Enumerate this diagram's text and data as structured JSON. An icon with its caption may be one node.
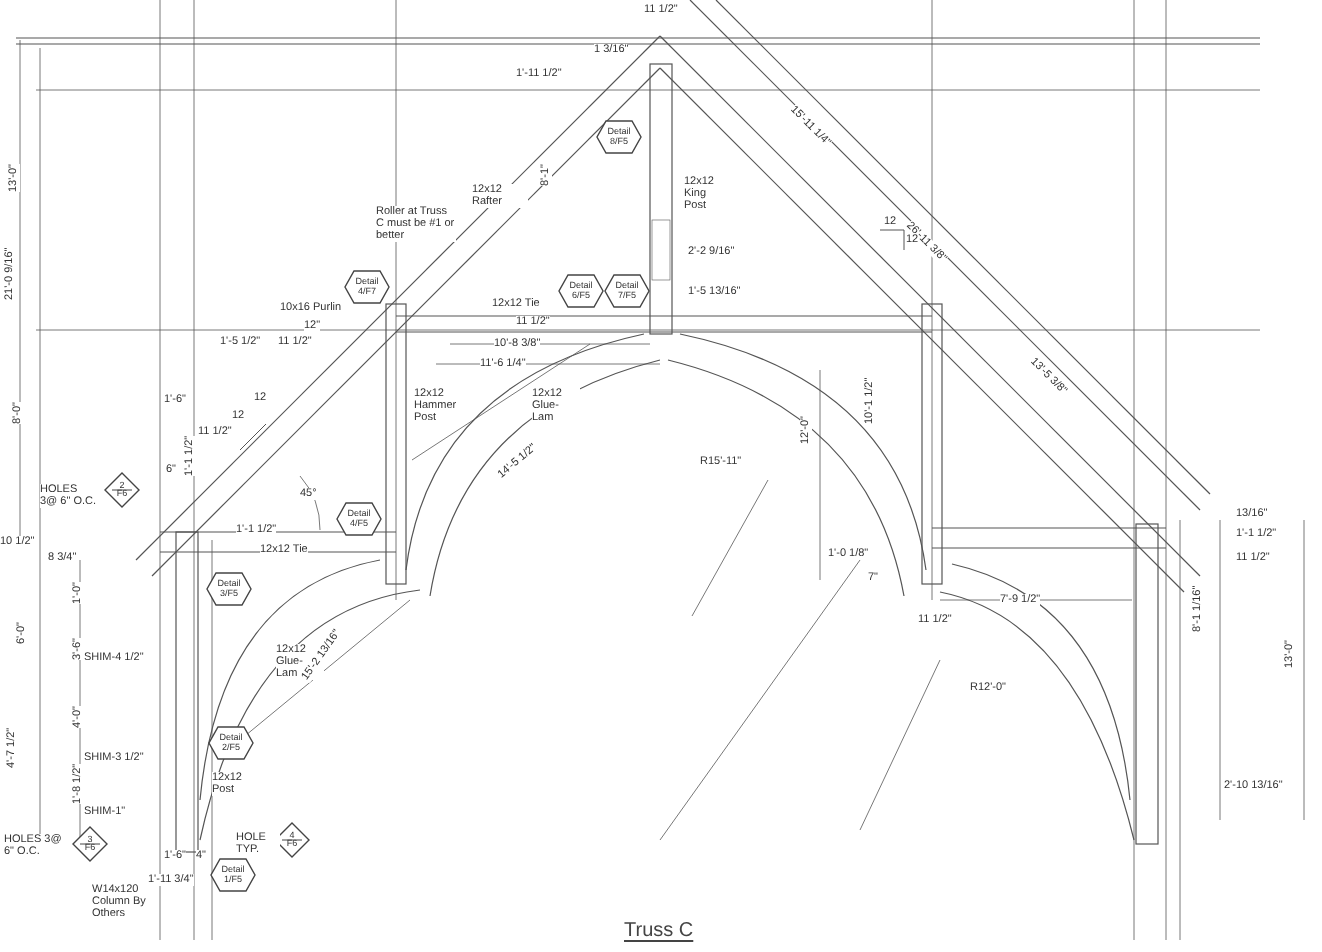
{
  "diagram": {
    "title": "Truss C",
    "nodes": [
      {
        "text": [
          "Detail 8/F5"
        ]
      },
      {
        "text": [
          "Detail 4/F7"
        ]
      },
      {
        "text": [
          "Detail 6/F5"
        ]
      },
      {
        "text": [
          "Detail 7/F5"
        ]
      },
      {
        "text": [
          "Detail 4/F5"
        ]
      },
      {
        "text": [
          "Detail 3/F5"
        ]
      },
      {
        "text": [
          "Detail 2/F5"
        ]
      },
      {
        "text": [
          "Detail 1/F5"
        ]
      },
      {
        "text": [
          "2",
          "F6"
        ]
      },
      {
        "text": [
          "3",
          "F6"
        ]
      },
      {
        "text": [
          "4",
          "F6"
        ]
      }
    ],
    "labels": [
      "11 1/2\"",
      "1 3/16\"",
      "1'-11 1/2\"",
      "21'-0 9/16\"",
      "13'-0\"",
      "15'-11 1/4\"",
      "12x12 Rafter",
      "12x12 King Post",
      "8'-1\"",
      "Roller at Truss C must be #1 or better",
      "26'-11 3/8\"",
      "12",
      "12",
      "2'-2 9/16\"",
      "10x16 Purlin",
      "1'-5 13/16\"",
      "12x12 Tie",
      "12\"",
      "1'-5 1/2\"",
      "11 1/2\"",
      "11 1/2\"",
      "10'-8 3/8\"",
      "11'-6 1/4\"",
      "13'-5 3/8\"",
      "1'-6\"",
      "12",
      "12",
      "12x12 Hammer Post",
      "12x12 Glue-Lam",
      "8'-0\"",
      "11 1/2\"",
      "14'-5 1/2\"",
      "12'-0\"",
      "10'-1 1/2\"",
      "R15'-11\"",
      "6\"",
      "1'-1 1/2\"",
      "HOLES 3@ 6\" O.C.",
      "45°",
      "1'-1 1/2\"",
      "10 1/2\"",
      "8 3/4\"",
      "12x12 Tie",
      "1'-0 1/8\"",
      "13/16\"",
      "1'-1 1/2\"",
      "11 1/2\"",
      "1'-0\"",
      "7\"",
      "7'-9 1/2\"",
      "11 1/2\"",
      "3'-6\"",
      "6'-0\"",
      "8'-1 1/16\"",
      "SHIM-4 1/2\"",
      "12x12 Glue-Lam",
      "15'-2 13/16\"",
      "R12'-0\"",
      "13'-0\"",
      "4'-0\"",
      "SHIM-3 1/2\"",
      "4'-7 1/2\"",
      "12x12 Post",
      "2'-10 13/16\"",
      "1'-8 1/2\"",
      "SHIM-1\"",
      "HOLES 3@ 6\" O.C.",
      "HOLE TYP.",
      "1'-6\"",
      "4\"",
      "1'-11 3/4\"",
      "W14x120 Column By Others"
    ]
  }
}
